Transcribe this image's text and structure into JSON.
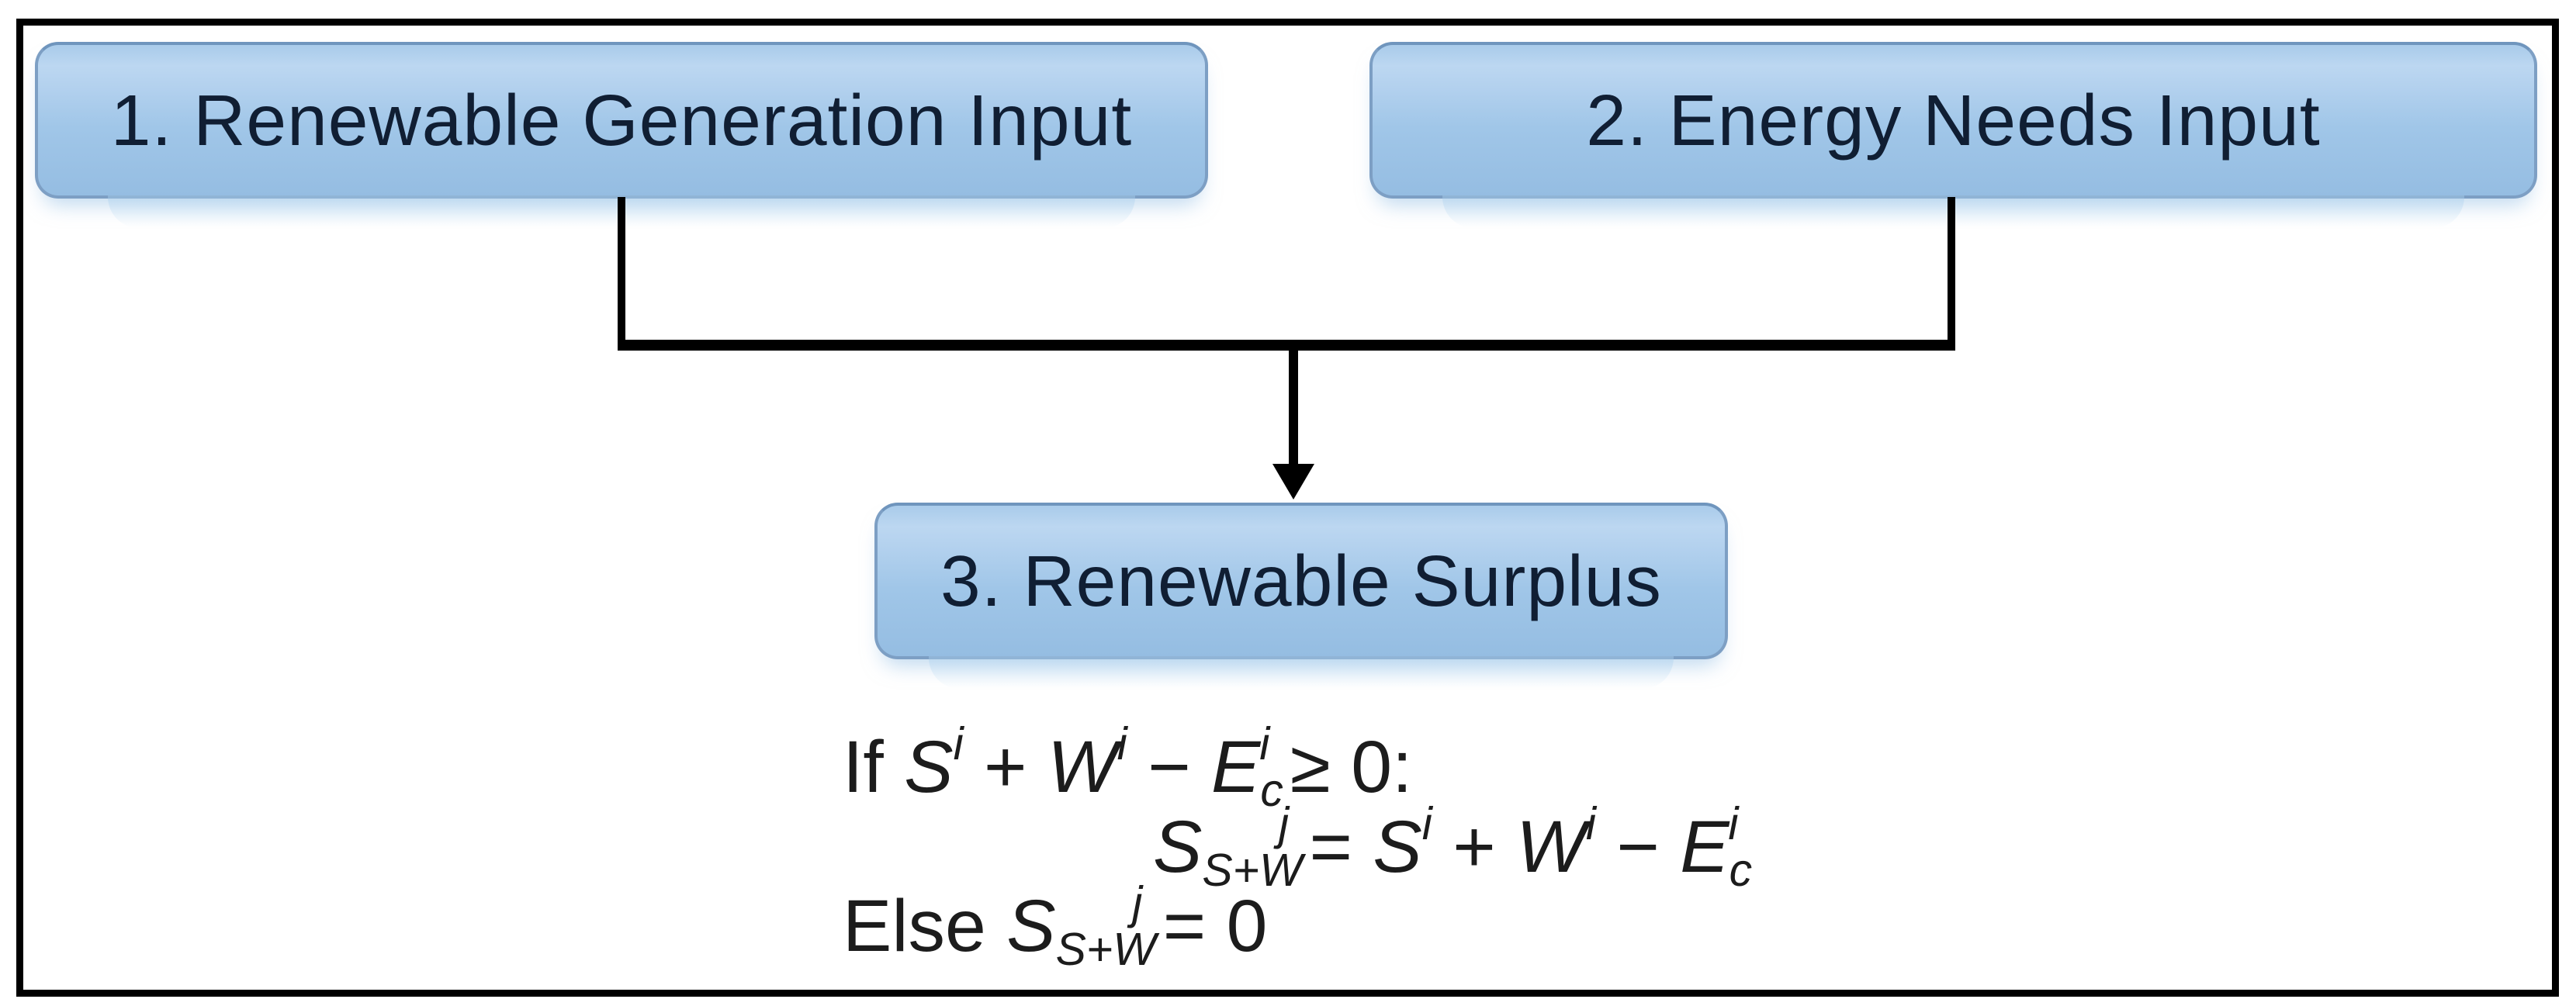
{
  "diagram": {
    "boxes": [
      {
        "label": "1. Renewable Generation Input"
      },
      {
        "label": "2. Energy Needs Input"
      },
      {
        "label": "3. Renewable Surplus"
      }
    ],
    "formula": {
      "line1": {
        "kw": "If ",
        "v1": "S",
        "v1sup": "i",
        "op1": " + ",
        "v2": "W",
        "v2sup": "i",
        "op2": " − ",
        "v3": "E",
        "v3sub": "c",
        "v3sup": "i",
        "tail": " ≥ 0:"
      },
      "line2": {
        "lhs": "S",
        "lhsSub": "S+W",
        "lhsSup": "j",
        "eq": " = ",
        "v1": "S",
        "v1sup": "i",
        "op1": " + ",
        "v2": "W",
        "v2sup": "i",
        "op2": " − ",
        "v3": "E",
        "v3sub": "c",
        "v3sup": "i"
      },
      "line3": {
        "kw": "Else ",
        "lhs": "S",
        "lhsSub": "S+W",
        "lhsSup": "j",
        "tail": " = 0"
      }
    },
    "colors": {
      "box_fill_top": "#bcd7f1",
      "box_fill_bottom": "#95bde2",
      "box_border": "#7d9fc4",
      "box_text": "#101e33",
      "connector": "#000000",
      "frame_border": "#000000",
      "formula_text": "#1c1c1c",
      "background": "#ffffff"
    }
  }
}
